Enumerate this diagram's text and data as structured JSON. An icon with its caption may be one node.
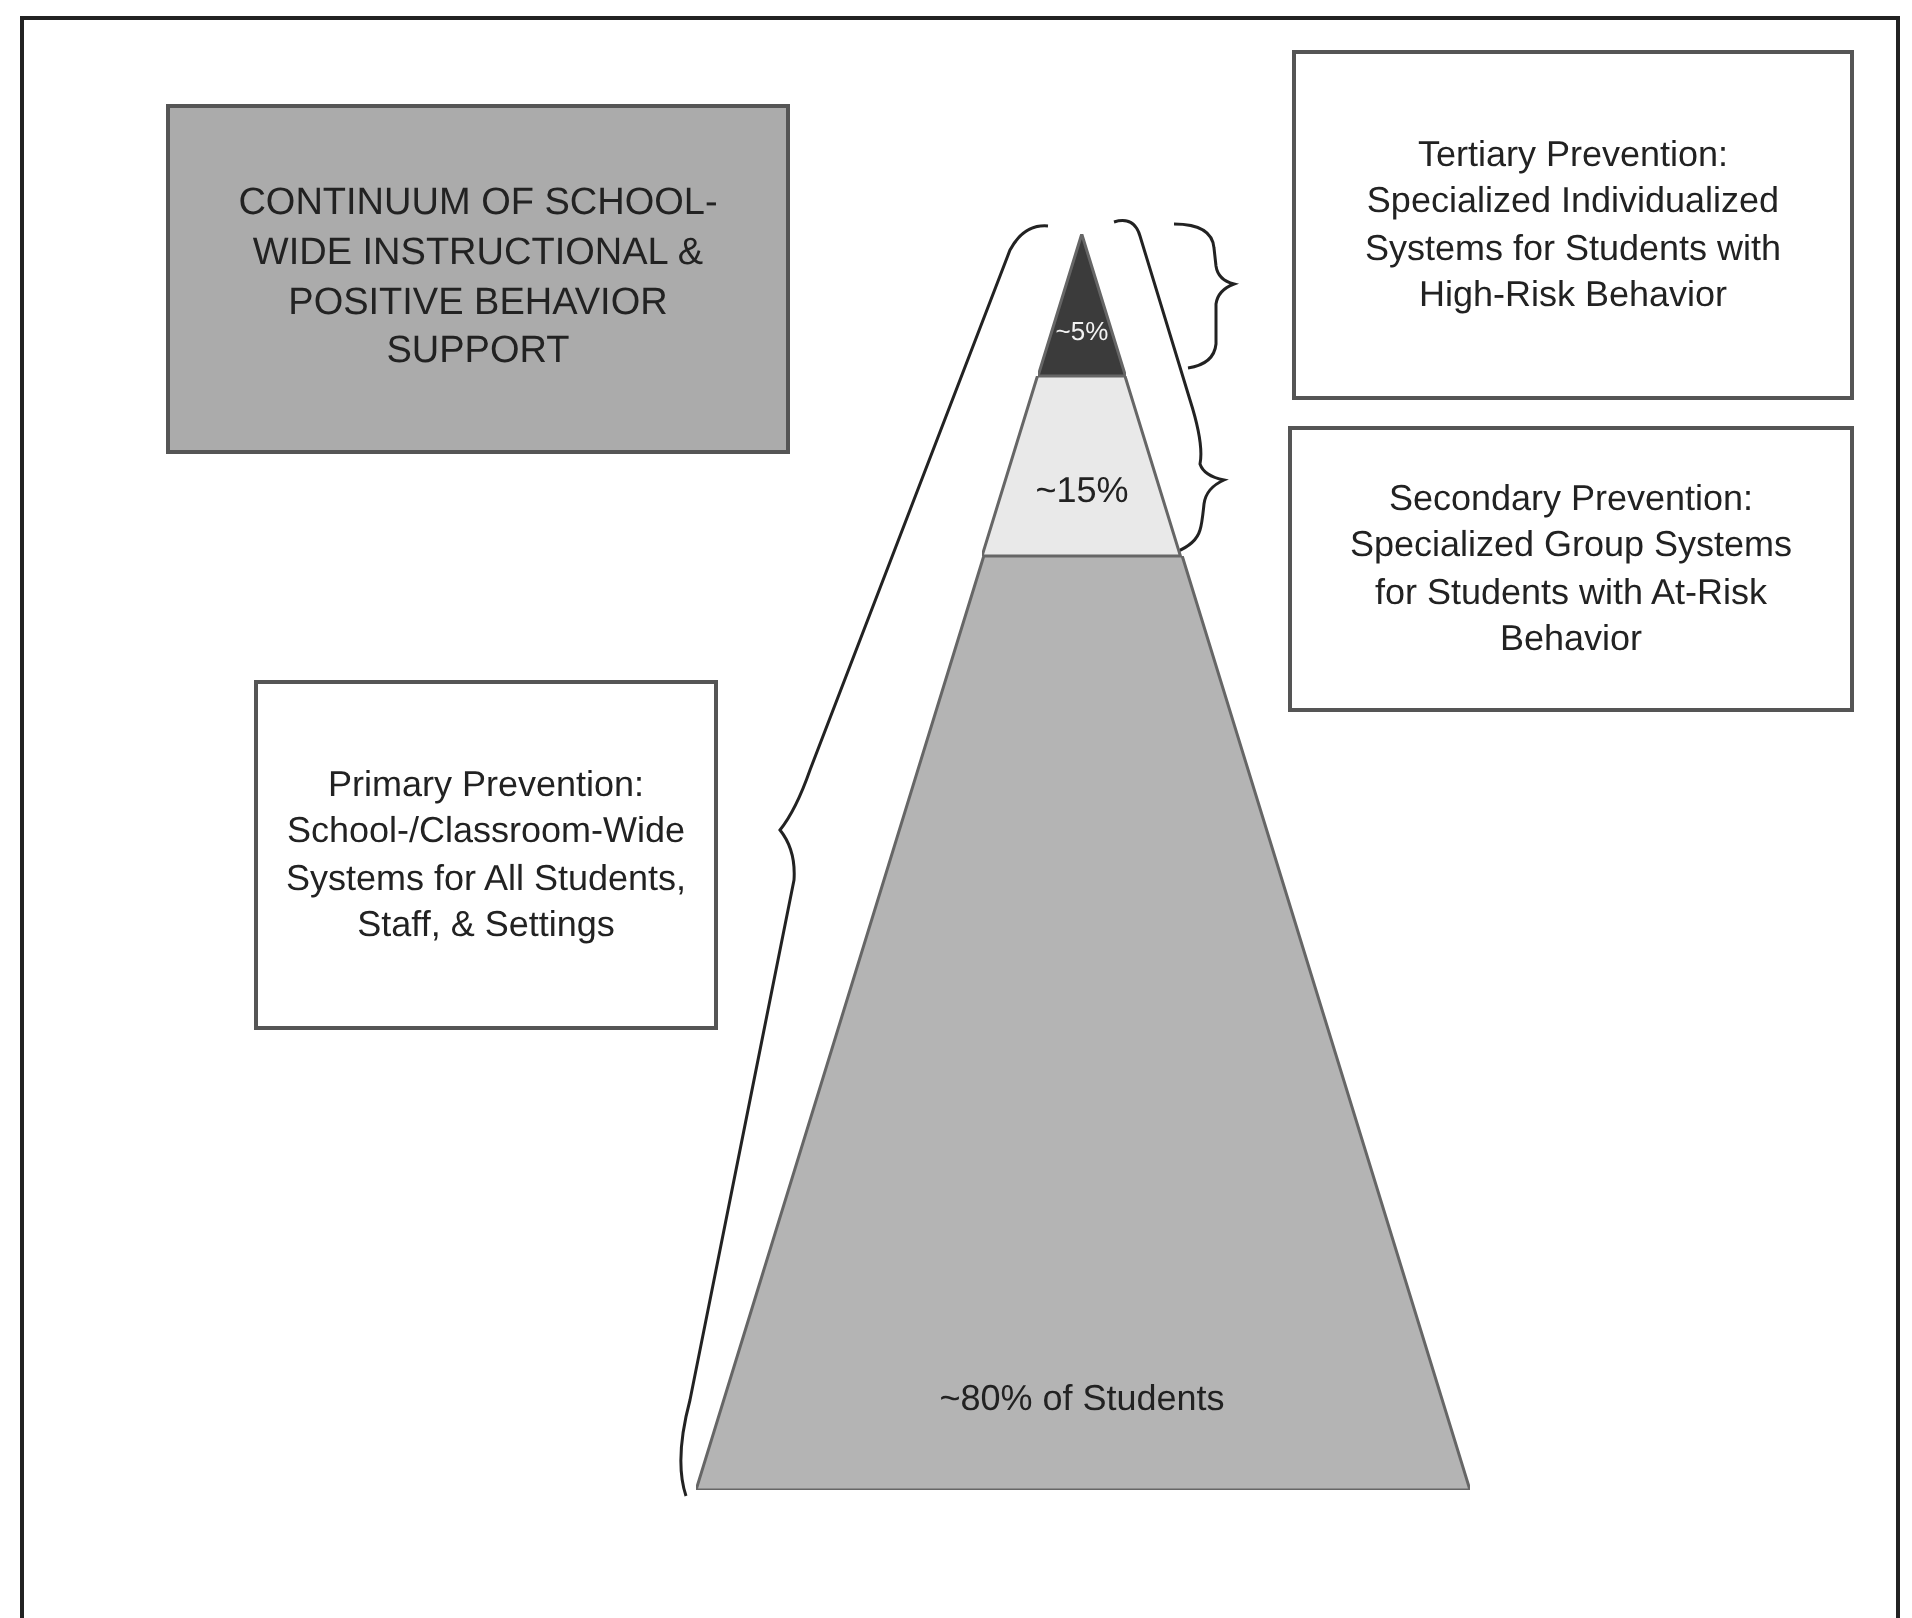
{
  "diagram": {
    "nodes": [
      {
        "text": [
          "CONTINUUM OF SCHOOL-WIDE INSTRUCTIONAL & POSITIVE BEHAVIOR SUPPORT"
        ]
      },
      {
        "text": [
          "Tertiary Prevention: Specialized Individualized Systems for Students with High-Risk Behavior"
        ]
      },
      {
        "text": [
          "Secondary Prevention: Specialized Group Systems for Students with At-Risk Behavior"
        ]
      },
      {
        "text": [
          "Primary Prevention: School-/Classroom-Wide Systems for All Students, Staff, & Settings"
        ]
      },
      {
        "text": [
          "~5%"
        ]
      },
      {
        "text": [
          "~15%"
        ]
      },
      {
        "text": [
          "~80% of Students"
        ]
      }
    ]
  }
}
